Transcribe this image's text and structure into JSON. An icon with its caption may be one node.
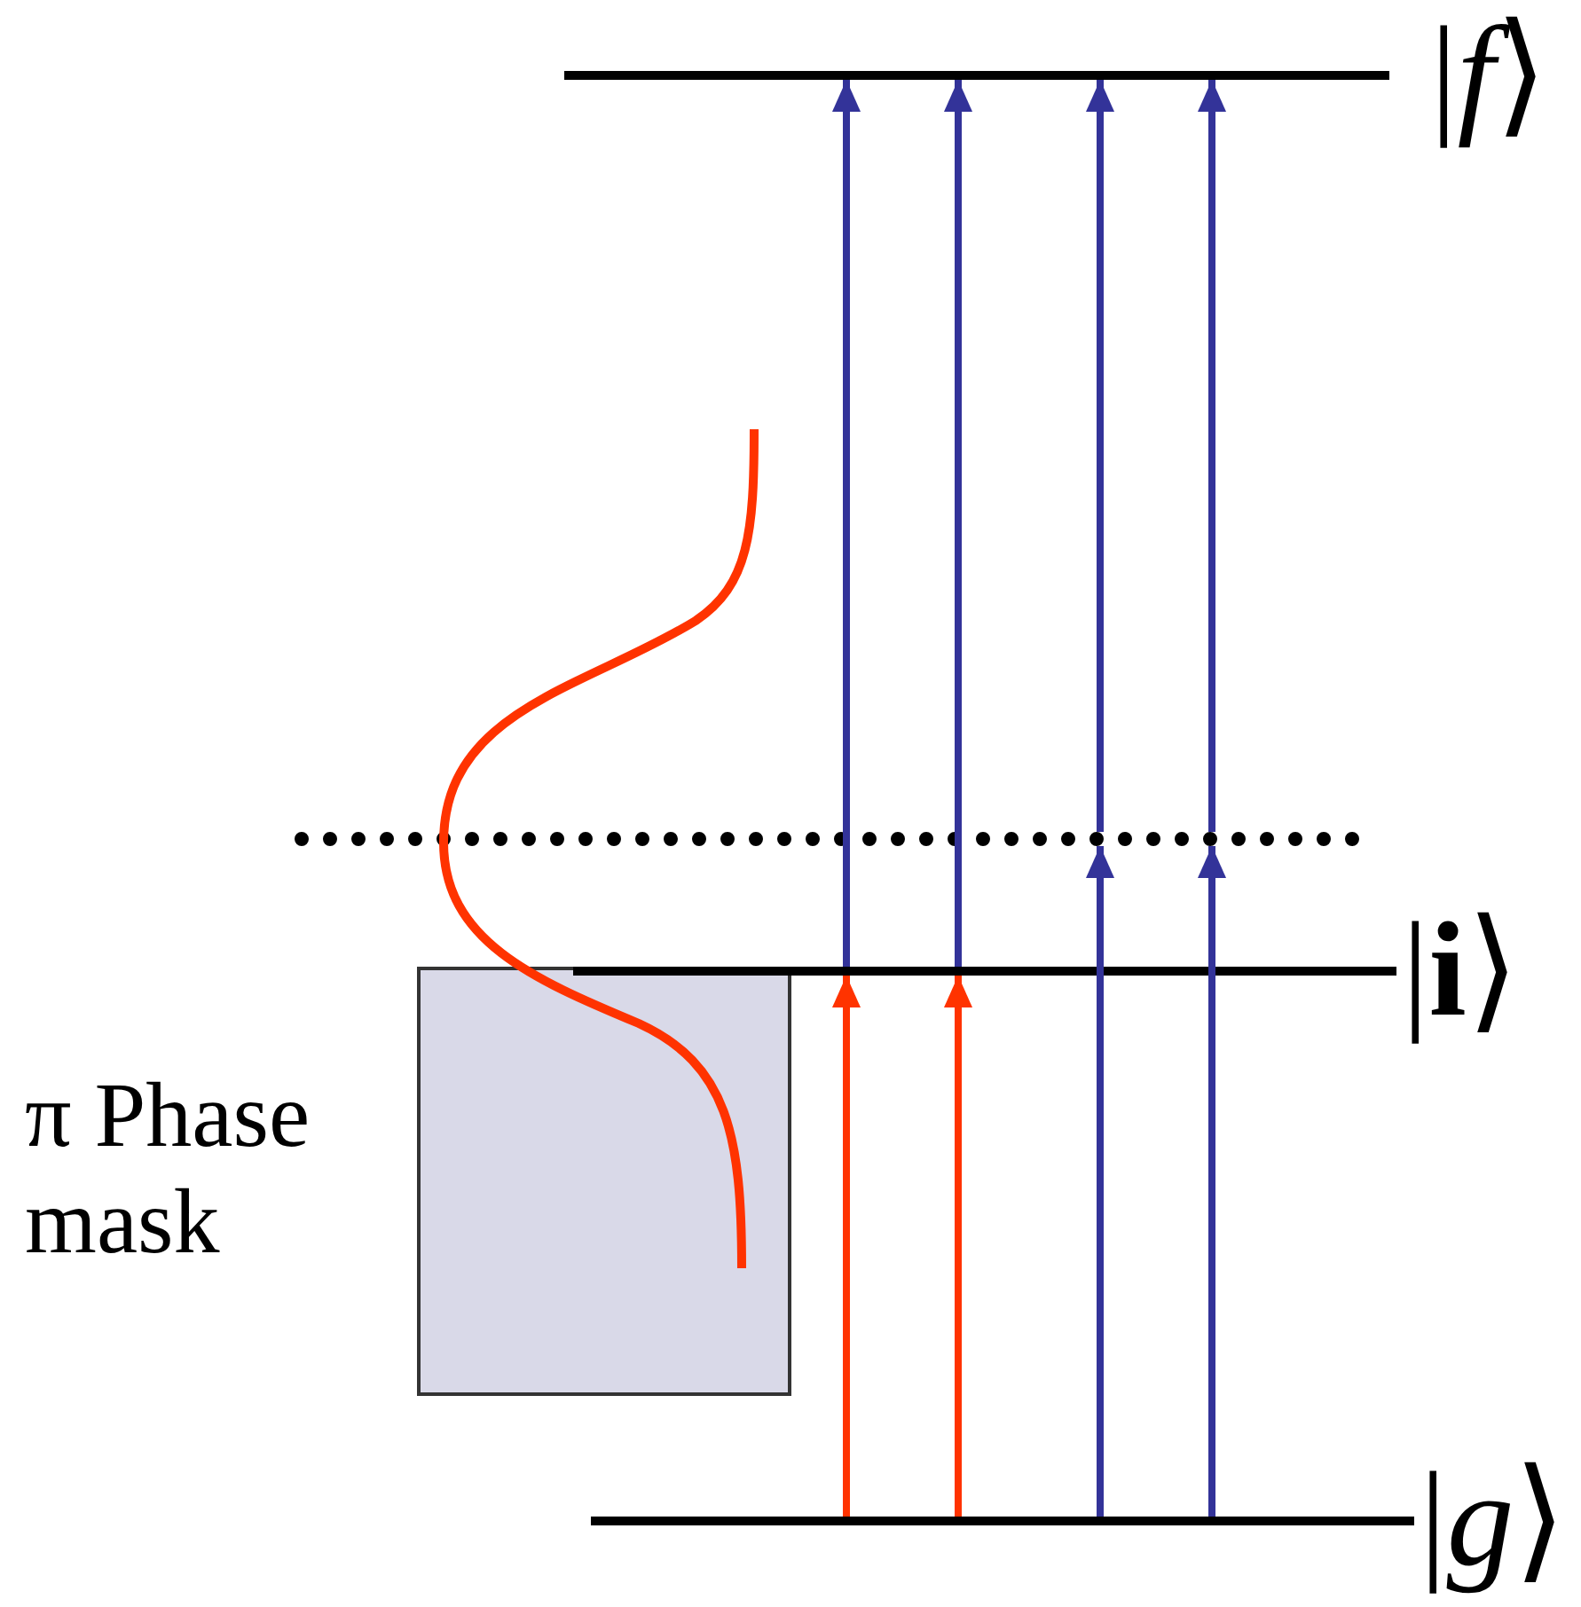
{
  "diagram": {
    "nodes": [
      {
        "text": [
          "|*f*⟩"
        ]
      },
      {
        "text": [],
        "shape": "line"
      },
      {
        "text": [
          "|**i**⟩"
        ]
      },
      {
        "text": [
          "|*g*⟩"
        ]
      }
    ],
    "edges": [
      {
        "from": 3,
        "to": 2,
        "arrow": "to",
        "color": "#ff3300"
      },
      {
        "from": 3,
        "to": 2,
        "arrow": "to",
        "color": "#ff3300"
      },
      {
        "from": 2,
        "to": 0,
        "arrow": "to"
      },
      {
        "from": 2,
        "to": 0,
        "arrow": "to"
      },
      {
        "from": 3,
        "to": 1,
        "arrow": "to"
      },
      {
        "from": 1,
        "to": 0,
        "arrow": "to"
      },
      {
        "from": 3,
        "to": 1,
        "arrow": "to"
      },
      {
        "from": 1,
        "to": 0,
        "arrow": "to"
      }
    ],
    "labels": [
      "π Phase mask"
    ]
  }
}
